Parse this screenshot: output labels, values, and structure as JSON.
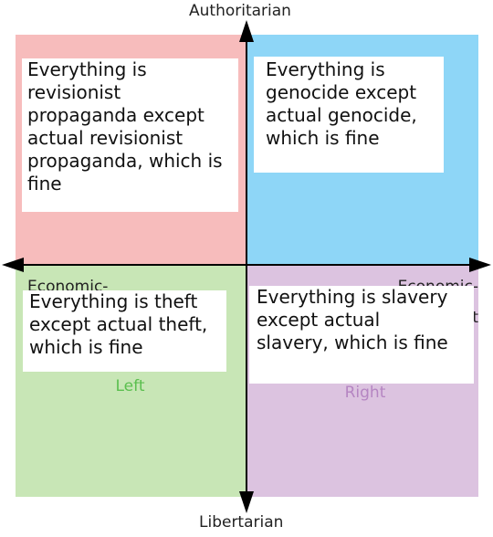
{
  "axes": {
    "top": "Authoritarian",
    "bottom": "Libertarian",
    "left": "Economic-\nLeft",
    "right": "Economic-\nRight"
  },
  "quadrant_labels": {
    "lib_left": "Libertarian\nLeft",
    "lib_right": "Right"
  },
  "boxes": {
    "auth_left": "Everything is\nrevisionist\npropaganda except\nactual revisionist\npropaganda, which is\nfine",
    "auth_right": "Everything is\ngenocide except\nactual genocide,\nwhich is fine",
    "lib_left": "Everything is theft\nexcept actual theft,\nwhich is fine",
    "lib_right": "Everything is slavery\nexcept actual\nslavery, which is fine"
  },
  "colors": {
    "auth_left": "#f7bcbc",
    "auth_right": "#8ed6f7",
    "lib_left": "#c8e6b6",
    "lib_right": "#dcc3e0",
    "lib_left_label": "#5bbf4f",
    "lib_right_label": "#b585c2"
  }
}
